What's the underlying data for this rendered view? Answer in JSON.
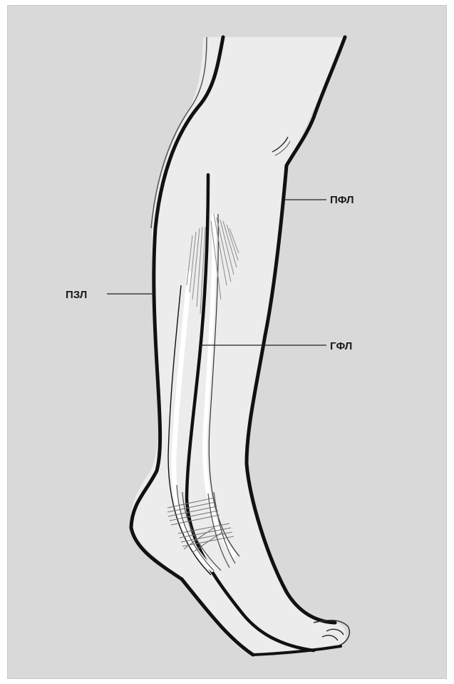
{
  "labels": {
    "anterior_line": "ПФЛ",
    "posterior_line": "ПЗЛ",
    "deep_line": "ГФЛ"
  },
  "colors": {
    "background": "#d9d9d9",
    "leg_fill": "#ececec",
    "outline": "#111111",
    "fascia_hatch": "#8a8a8a"
  }
}
